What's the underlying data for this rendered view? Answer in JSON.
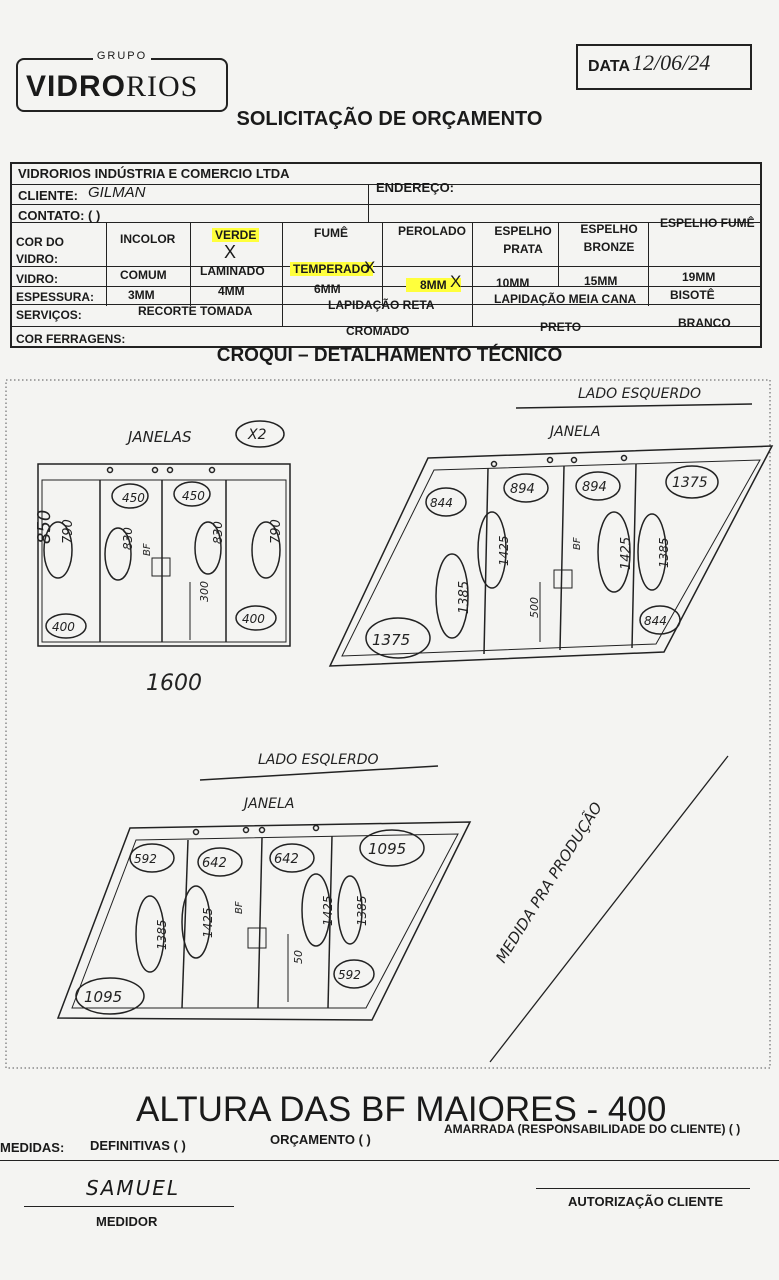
{
  "logo": {
    "group": "GRUPO",
    "name_bold": "VIDRO",
    "name_light": "RIOS"
  },
  "date": {
    "label": "DATA",
    "value": "12/06/24"
  },
  "title": "SOLICITAÇÃO DE ORÇAMENTO",
  "form": {
    "company": "VIDRORIOS INDÚSTRIA E COMERCIO LTDA",
    "client_label": "CLIENTE:",
    "client_value": "GILMAN",
    "address_label": "ENDEREÇO:",
    "contact_label": "CONTATO: (   )",
    "color_label": "COR DO VIDRO:",
    "colors": [
      "INCOLOR",
      "VERDE",
      "FUMÊ",
      "PEROLADO",
      "ESPELHO PRATA",
      "ESPELHO BRONZE",
      "ESPELHO FUMÊ"
    ],
    "selected_color": "VERDE",
    "glass_label": "VIDRO:",
    "glass_types": [
      "COMUM",
      "LAMINADO",
      "TEMPERADO"
    ],
    "selected_glass": "TEMPERADO",
    "thickness_label": "ESPESSURA:",
    "thickness": [
      "3MM",
      "4MM",
      "6MM",
      "8MM",
      "10MM",
      "15MM",
      "19MM"
    ],
    "selected_thickness": "8MM",
    "services_label": "SERVIÇOS:",
    "services": [
      "RECORTE TOMADA",
      "LAPIDAÇÃO RETA",
      "LAPIDAÇÃO MEIA CANA",
      "BISOTÊ"
    ],
    "hardware_label": "COR FERRAGENS:",
    "hardware": [
      "CROMADO",
      "PRETO",
      "BRANCO"
    ],
    "mark": "X"
  },
  "sketch": {
    "title": "CROQUI – DETALHAMENTO TÉCNICO",
    "s1": {
      "label": "JANELAS",
      "qty": "X2",
      "height": "850",
      "width": "1600",
      "m": [
        "450",
        "450",
        "790",
        "830",
        "830",
        "790",
        "400",
        "400",
        "300",
        "BF"
      ]
    },
    "s2": {
      "side": "LADO ESQUERDO",
      "label": "JANELA",
      "m": [
        "844",
        "894",
        "894",
        "1375",
        "1385",
        "1425",
        "1425",
        "1385",
        "1375",
        "844",
        "500",
        "BF"
      ]
    },
    "s3": {
      "side": "LADO ESQLERDO",
      "label": "JANELA",
      "m": [
        "592",
        "642",
        "642",
        "1095",
        "1385",
        "1425",
        "1425",
        "1385",
        "1095",
        "592",
        "50",
        "BF"
      ]
    },
    "note": "MEDIDA PRA PRODUÇÃO"
  },
  "altura": "ALTURA DAS BF MAIORES - 400",
  "footer": {
    "medidas_label": "MEDIDAS:",
    "definitivas": "DEFINITIVAS (   )",
    "orcamento": "ORÇAMENTO (   )",
    "amarrada": "AMARRADA (RESPONSABILIDADE DO CLIENTE) (   )",
    "medidor_name": "SAMUEL",
    "medidor_label": "MEDIDOR",
    "autorizacao_label": "AUTORIZAÇÃO CLIENTE"
  }
}
